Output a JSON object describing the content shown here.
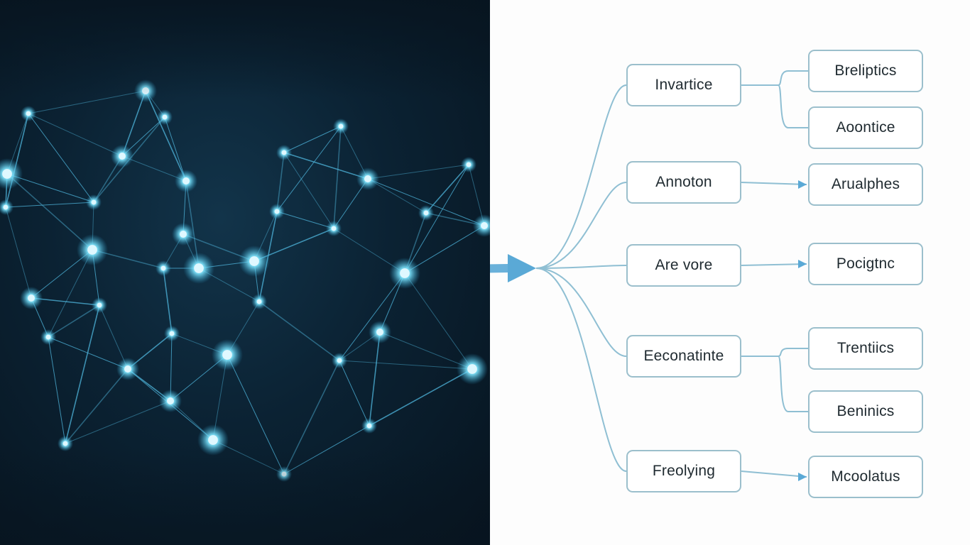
{
  "colors": {
    "network_bg": "#0b2233",
    "network_line": "#4fb6dc",
    "network_node": "#7fe6ff",
    "tree_line": "#8fbfd3",
    "arrow": "#5aa9d6",
    "box_border": "#9bbfcc",
    "box_text": "#1f2a30"
  },
  "diagram": {
    "branches": [
      {
        "label": "Invartice",
        "children": [
          "Breliptics",
          "Aoontice"
        ]
      },
      {
        "label": "Annoton",
        "children": [
          "Arualphes"
        ]
      },
      {
        "label": "Are vore",
        "children": [
          "Pocigtnc"
        ]
      },
      {
        "label": "Eeconatinte",
        "children": [
          "Trentiics",
          "Beninics"
        ]
      },
      {
        "label": "Freolying",
        "children": [
          "Mcoolatus"
        ]
      }
    ]
  }
}
